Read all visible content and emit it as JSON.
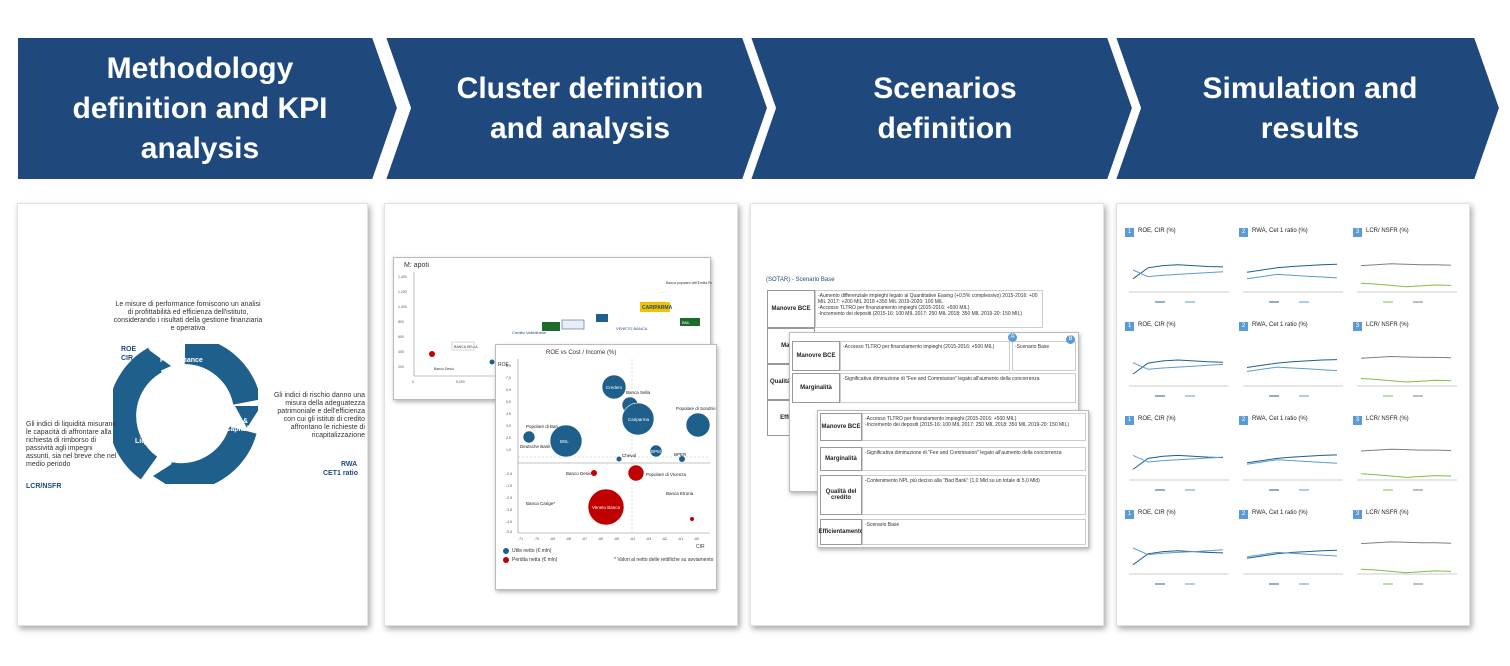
{
  "steps": [
    {
      "label_lines": [
        "Methodology",
        "definition and KPI",
        "analysis"
      ]
    },
    {
      "label_lines": [
        "Cluster definition",
        "and analysis"
      ]
    },
    {
      "label_lines": [
        "Scenarios",
        "definition"
      ]
    },
    {
      "label_lines": [
        "Simulation and",
        "results"
      ]
    }
  ],
  "colors": {
    "chevron": "#1f497d",
    "accent": "#5b9bd5",
    "cycle": "#1f5f8b",
    "bubble_red": "#c00000"
  },
  "panel1": {
    "performance_text": "Le misure di performance forniscono un analisi di profittabilità ed efficienza dell'istituto, considerando i risultati della gestione finanziaria e operativa",
    "roe_label": "ROE",
    "cir_label": "CIR",
    "risk_text": "Gli indici di rischio danno una misura della adeguatezza patrimoniale e dell'efficienza con cui gli istituti di credito affrontano le richieste di ricapitalizzazione",
    "rwa_label": "RWA",
    "cet1_label": "CET1 ratio",
    "liquidity_text": "Gli indici di liquidità misurano le capacità di affrontare alla richiesta di rimborso di passività agli impegni assunti, sia nel breve che nel medio periodo",
    "lcr_label": "LCR/NSFR",
    "cycle_performance": "Performance",
    "cycle_risk": "Risk & Capital",
    "cycle_liquidity": "Liquidity"
  },
  "panel2": {
    "back_title": "M: apoti",
    "front_title": "ROE vs Cost / Income (%)",
    "legend_utile": "Utile netto (€ mln)",
    "legend_perdita": "Perdita netta (€ mln)",
    "legend_note": "* Valori al netto delle rettifiche su avviamento",
    "x_label": "CIR",
    "y_label": "ROE",
    "banks": [
      "Credem",
      "Banca Sella",
      "Cariparma",
      "Popolare di Sondrio",
      "Popolare di Bari",
      "BNL",
      "Deutsche Bank",
      "Cheval",
      "BPM",
      "BPER",
      "Banco Desio",
      "Popolare di Vicenza",
      "Veneto Banca",
      "Banca Carige",
      "Banca Etruria"
    ],
    "back_logos": [
      "CARIPARMA",
      "VENETO BANCA",
      "BANCA SELLA",
      "Credito Valtellinese",
      "Banca popolare dell'Emilia Romagna",
      "BNL"
    ]
  },
  "panel3": {
    "header": "(SOTAR) - Scenario Base",
    "rows_back": [
      "Manovre BCE",
      "Margin",
      "Qualità credito",
      "Efficien"
    ],
    "rows_front": [
      "Manovre BCE",
      "Marginalità",
      "Qualità del credito",
      "Efficientamento"
    ],
    "text_bce": "-Aumento differenziale impieghi legato al Quantitative Easing (+0,5% complessivo) 2015-2016: +00 MIL 2017: +200 MIL 2018 +350 MIL 2019-2020: 100 MIL",
    "text_tltro": "-Accesso TLTRO per finanziamento impieghi (2015-2016: +500 MIL)",
    "text_depositi": "-Incremento dei depositi (2015-16: 100 MIL 2017: 250 MIL 2018: 350 MIL 2019-20: 150 MIL)",
    "text_margin_front": "-Significativa diminuzione di \"Fee and Commission\" legato all'aumento della concorrenza",
    "text_qualita_front": "-Contenimento NPL più deciso alla \"Bad Bank\" (1,0 Mld su un totale di 5,0 Mld)",
    "text_efficiency": "-Scenario Base",
    "bubble_a": "A",
    "bubble_b": "B",
    "scenario_base": "-Scenario Base"
  },
  "panel4": {
    "chart_titles": [
      "ROE, CIR (%)",
      "RWA, Cet 1 ratio (%)",
      "LCR/ NSFR (%)"
    ],
    "numbers": [
      "1",
      "2",
      "3"
    ]
  }
}
